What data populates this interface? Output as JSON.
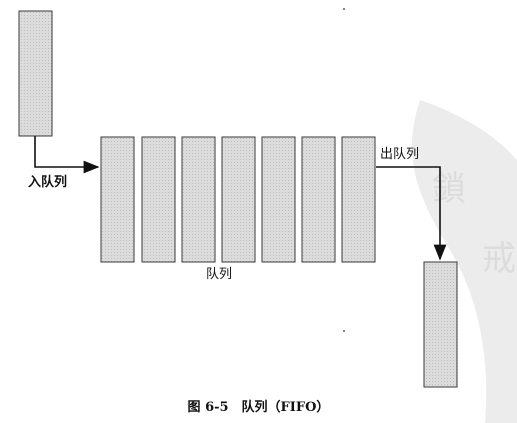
{
  "labels": {
    "enqueue": "入队列",
    "dequeue": "出队列",
    "queue": "队列"
  },
  "caption": "图 6-5　队列（FIFO）",
  "colors": {
    "box_fill": "#d9d9d9",
    "box_stroke": "#3a3a3a",
    "arrow": "#111111",
    "watermark": "#e9e9e9"
  }
}
